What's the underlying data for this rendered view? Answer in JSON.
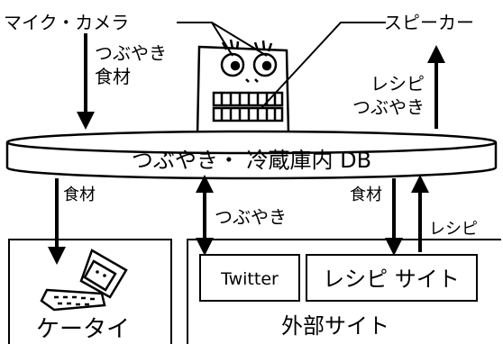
{
  "labels": {
    "mic_camera": "マイク・カメラ",
    "speaker": "スピーカー",
    "in_line1": "つぶやき",
    "in_line2": "食材",
    "out_line1": "レシピ",
    "out_line2": "つぶやき",
    "db": "つぶやき・ 冷蔵庫内 DB",
    "phone_arrow": "食材",
    "twitter_arrow": "つぶやき",
    "site_down": "食材",
    "site_up": "レシピ",
    "twitter": "Twitter",
    "recipe_site": "レシピ サイト",
    "keitai": "ケータイ",
    "external": "外部サイト"
  }
}
